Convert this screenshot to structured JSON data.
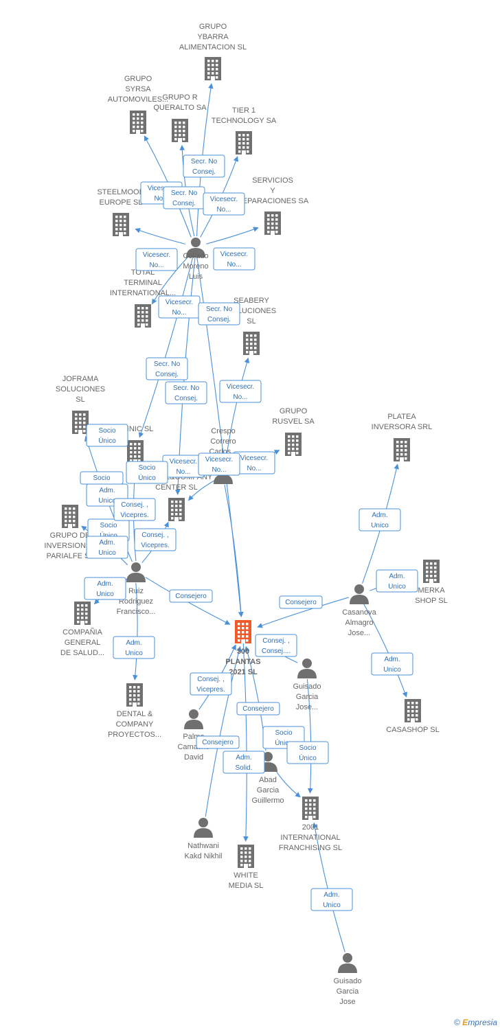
{
  "colors": {
    "building": "#707070",
    "focus_building": "#f05a28",
    "person": "#707070",
    "edge": "#4a90d9",
    "label": "#666666"
  },
  "focus_node": "plantas",
  "nodes": [
    {
      "id": "ybarra",
      "kind": "company",
      "lines": [
        "GRUPO",
        "YBARRA",
        "ALIMENTACION SL"
      ]
    },
    {
      "id": "syrsa",
      "kind": "company",
      "lines": [
        "GRUPO",
        "SYRSA",
        "AUTOMOVILES..."
      ]
    },
    {
      "id": "queralto",
      "kind": "company",
      "lines": [
        "GRUPO R",
        "QUERALTO SA"
      ]
    },
    {
      "id": "tier1",
      "kind": "company",
      "lines": [
        "TIER 1",
        "TECHNOLOGY SA"
      ]
    },
    {
      "id": "steelmood",
      "kind": "company",
      "lines": [
        "STEELMOOD",
        "EUROPE  SL"
      ]
    },
    {
      "id": "servicios",
      "kind": "company",
      "lines": [
        "SERVICIOS",
        "Y",
        "REPARACIONES SA"
      ]
    },
    {
      "id": "collado",
      "kind": "person",
      "lines": [
        "Collado",
        "Moreno",
        "Luis"
      ]
    },
    {
      "id": "total",
      "kind": "company",
      "lines": [
        "TOTAL",
        "TERMINAL",
        "INTERNATIONAL..."
      ]
    },
    {
      "id": "seabery",
      "kind": "company",
      "lines": [
        "SEABERY",
        "SOLUCIONES",
        "SL"
      ]
    },
    {
      "id": "joframa",
      "kind": "company",
      "lines": [
        "JOFRAMA",
        "SOLUCIONES",
        "SL"
      ]
    },
    {
      "id": "clinic",
      "kind": "company",
      "lines": [
        "CLINIC  SL"
      ]
    },
    {
      "id": "crespo",
      "kind": "person",
      "lines": [
        "Crespo",
        "Correro",
        "Carlos..."
      ]
    },
    {
      "id": "rusvel",
      "kind": "company",
      "lines": [
        "GRUPO",
        "RUSVEL SA"
      ]
    },
    {
      "id": "platea",
      "kind": "company",
      "lines": [
        "PLATEA",
        "INVERSORA SRL"
      ]
    },
    {
      "id": "center",
      "kind": "company",
      "lines": [
        "DENTAL&COMPANY",
        "CENTER SL"
      ]
    },
    {
      "id": "parialfe",
      "kind": "company",
      "lines": [
        "GRUPO DE",
        "INVERSIONES",
        "PARIALFE SL"
      ]
    },
    {
      "id": "ruiz",
      "kind": "person",
      "lines": [
        "Ruiz",
        "Rodriguez",
        "Francisco..."
      ]
    },
    {
      "id": "merka",
      "kind": "company",
      "lines": [
        "MERKA",
        "SHOP SL"
      ]
    },
    {
      "id": "casanova",
      "kind": "person",
      "lines": [
        "Casanova",
        "Almagro",
        "Jose..."
      ]
    },
    {
      "id": "compania",
      "kind": "company",
      "lines": [
        "COMPAÑIA",
        "GENERAL",
        "DE SALUD..."
      ]
    },
    {
      "id": "plantas",
      "kind": "company",
      "lines": [
        "300",
        "PLANTAS",
        "2021  SL"
      ]
    },
    {
      "id": "guisado1",
      "kind": "person",
      "lines": [
        "Guisado",
        "Garcia",
        "Jose..."
      ]
    },
    {
      "id": "dental",
      "kind": "company",
      "lines": [
        "DENTAL &",
        "COMPANY",
        "PROYECTOS..."
      ]
    },
    {
      "id": "casashop",
      "kind": "company",
      "lines": [
        "CASASHOP  SL"
      ]
    },
    {
      "id": "palma",
      "kind": "person",
      "lines": [
        "Palma",
        "Camacho",
        "David"
      ]
    },
    {
      "id": "abad",
      "kind": "person",
      "lines": [
        "Abad",
        "Garcia",
        "Guillermo"
      ]
    },
    {
      "id": "franchising",
      "kind": "company",
      "lines": [
        "2001",
        "INTERNATIONAL",
        "FRANCHISING SL"
      ]
    },
    {
      "id": "nathwani",
      "kind": "person",
      "lines": [
        "Nathwani",
        "Kakd Nikhil"
      ]
    },
    {
      "id": "white",
      "kind": "company",
      "lines": [
        "WHITE",
        "MEDIA  SL"
      ]
    },
    {
      "id": "guisado2",
      "kind": "person",
      "lines": [
        "Guisado",
        "Garcia",
        "Jose"
      ]
    }
  ],
  "edges": [
    {
      "from": "collado",
      "to": "ybarra",
      "label": [
        "Secr.  No",
        "Consej."
      ]
    },
    {
      "from": "collado",
      "to": "syrsa",
      "label": [
        "Vicesecr.",
        "No..."
      ]
    },
    {
      "from": "collado",
      "to": "queralto",
      "label": [
        "Secr.  No",
        "Consej."
      ]
    },
    {
      "from": "collado",
      "to": "tier1",
      "label": [
        "Vicesecr.",
        "No..."
      ]
    },
    {
      "from": "collado",
      "to": "steelmood",
      "label": [
        "Vicesecr.",
        "No..."
      ]
    },
    {
      "from": "collado",
      "to": "servicios",
      "label": [
        "Vicesecr.",
        "No..."
      ]
    },
    {
      "from": "collado",
      "to": "total",
      "label": [
        "Vicesecr.",
        "No..."
      ]
    },
    {
      "from": "collado",
      "to": "clinic",
      "label": [
        "Secr.  No",
        "Consej."
      ]
    },
    {
      "from": "collado",
      "to": "center",
      "label": [
        "Secr.  No",
        "Consej."
      ]
    },
    {
      "from": "collado",
      "to": "plantas",
      "label": [
        "Secr.  No",
        "Consej."
      ]
    },
    {
      "from": "crespo",
      "to": "seabery",
      "label": [
        "Vicesecr.",
        "No..."
      ]
    },
    {
      "from": "crespo",
      "to": "rusvel",
      "label": [
        "Vicesecr.",
        "No..."
      ]
    },
    {
      "from": "crespo",
      "to": "center",
      "label": [
        "Vicesecr.",
        "No..."
      ]
    },
    {
      "from": "crespo",
      "to": "plantas",
      "label": [
        "Vicesecr.",
        "No..."
      ]
    },
    {
      "from": "ruiz",
      "to": "joframa",
      "label": [
        "Socio",
        "Único"
      ]
    },
    {
      "from": "ruiz",
      "to": "parialfe",
      "label": [
        "Socio",
        ""
      ]
    },
    {
      "from": "ruiz",
      "to": "clinic",
      "label": [
        "Adm.",
        "Unico"
      ]
    },
    {
      "from": "ruiz",
      "to": "center",
      "label": [
        "Socio",
        "Único"
      ]
    },
    {
      "from": "ruiz",
      "to": "compania",
      "label": [
        "Socio",
        "Único"
      ]
    },
    {
      "from": "ruiz",
      "to": "dental",
      "label": [
        "Adm.",
        "Unico"
      ]
    },
    {
      "from": "ruiz",
      "to": "plantas",
      "label": [
        "Consejero"
      ]
    },
    {
      "from": "casanova",
      "to": "platea",
      "label": [
        "Adm.",
        "Unico"
      ]
    },
    {
      "from": "casanova",
      "to": "merka",
      "label": [
        "Adm.",
        "Unico"
      ]
    },
    {
      "from": "casanova",
      "to": "casashop",
      "label": [
        "Adm.",
        "Unico"
      ]
    },
    {
      "from": "casanova",
      "to": "plantas",
      "label": [
        "Consejero"
      ]
    },
    {
      "from": "palma",
      "to": "plantas",
      "label": [
        "Consej. ,",
        "Vicepres."
      ]
    },
    {
      "from": "nathwani",
      "to": "plantas",
      "label": [
        "Consejero"
      ]
    },
    {
      "from": "abad",
      "to": "plantas",
      "label": [
        "Consejero"
      ]
    },
    {
      "from": "guisado1",
      "to": "plantas",
      "label": [
        "Consej. ,",
        "Consej...."
      ]
    },
    {
      "from": "plantas",
      "to": "white",
      "label": [
        "Adm.",
        "Solid."
      ]
    },
    {
      "from": "abad",
      "to": "franchising",
      "label": [
        "Socio",
        "Único"
      ]
    },
    {
      "from": "guisado1",
      "to": "franchising",
      "label": [
        "Socio",
        "Único"
      ]
    },
    {
      "from": "guisado2",
      "to": "franchising",
      "label": [
        "Adm.",
        "Unico"
      ]
    }
  ],
  "extra_labels": [
    {
      "label": [
        "Consej. ,",
        "Vicepres."
      ]
    },
    {
      "label": [
        "Consej. ,",
        "Vicepres."
      ]
    },
    {
      "label": [
        "Adm.",
        "Unico"
      ]
    },
    {
      "label": [
        "Adm.",
        "Unico"
      ]
    }
  ],
  "footer": {
    "copyright": "©",
    "brand_initial": "E",
    "brand_rest": "mpresia"
  }
}
